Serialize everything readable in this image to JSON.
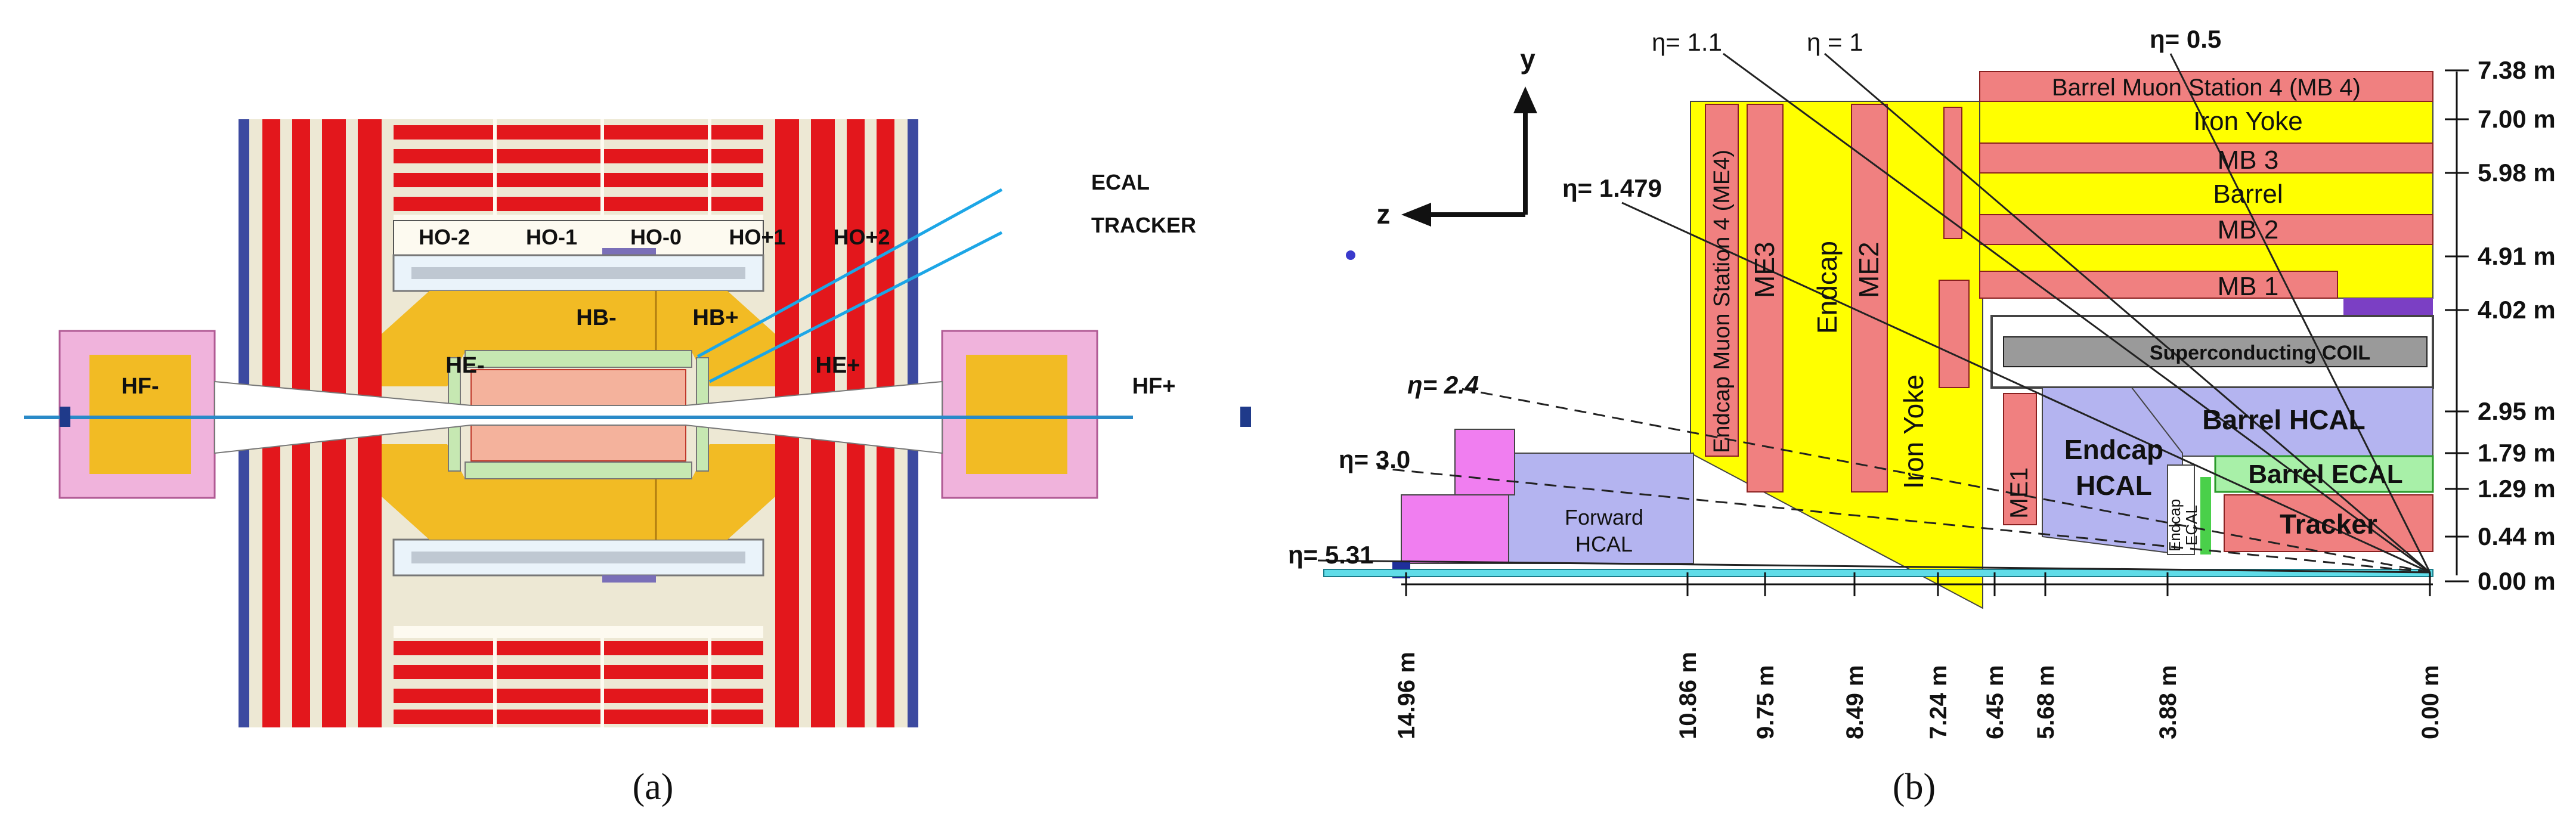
{
  "panel_a": {
    "caption": "(a)",
    "labels": {
      "ecal": "ECAL",
      "tracker": "TRACKER",
      "ho": [
        "HO-2",
        "HO-1",
        "HO-0",
        "HO+1",
        "HO+2"
      ],
      "hb_minus": "HB-",
      "hb_plus": "HB+",
      "he_minus": "HE-",
      "he_plus": "HE+",
      "hf_minus": "HF-",
      "hf_plus": "HF+"
    },
    "colors": {
      "yoke_red": "#e3171c",
      "hcal_gold": "#f2bb24",
      "forward_pink": "#f0b3dc",
      "beam": "#2a8ac8",
      "pointer_blue": "#1ca6e6",
      "ecal_green": "#c6e8b2",
      "tracker_salmon": "#f4b29c"
    }
  },
  "panel_b": {
    "caption": "(b)",
    "axes": {
      "y": "y",
      "z": "z"
    },
    "eta_labels": [
      "η= 1.1",
      "η = 1",
      "η= 0.5",
      "η= 1.479",
      "η= 2.4",
      "η= 3.0",
      "η= 5.31"
    ],
    "radial_ticks": [
      "7.38 m",
      "7.00 m",
      "5.98 m",
      "4.91 m",
      "4.02 m",
      "2.95 m",
      "1.79 m",
      "1.29 m",
      "0.44 m",
      "0.00 m"
    ],
    "z_ticks": [
      "14.96 m",
      "10.86 m",
      "9.75 m",
      "8.49 m",
      "7.24 m",
      "6.45 m",
      "5.68 m",
      "3.88 m",
      "0.00 m"
    ],
    "regions": {
      "mb4": "Barrel Muon Station 4 (MB 4)",
      "iron_yoke_top": "Iron Yoke",
      "mb3": "MB 3",
      "barrel": "Barrel",
      "mb2": "MB 2",
      "mb1": "MB 1",
      "coil": "Superconducting COIL",
      "barrel_hcal": "Barrel HCAL",
      "barrel_ecal": "Barrel ECAL",
      "tracker": "Tracker",
      "endcap_hcal_1": "Endcap",
      "endcap_hcal_2": "HCAL",
      "endcap_ecal_1": "Endcap",
      "endcap_ecal_2": "ECAL",
      "me1": "ME1",
      "iron_yoke_vertical": "Iron Yoke",
      "me2": "ME2",
      "endcap_vertical": "Endcap",
      "me3": "ME3",
      "me4": "Endcap Muon Station 4 (ME4)",
      "forward_hcal_1": "Forward",
      "forward_hcal_2": "HCAL"
    },
    "colors": {
      "yoke_yellow": "#ffff00",
      "muon_salmon": "#f08080",
      "hcal_lavender": "#b4b4f0",
      "ecal_green": "#a8f0a8",
      "forward_magenta": "#f07ef0",
      "beam_cyan": "#60dce8",
      "coil_grey": "#9a9a9a"
    }
  }
}
